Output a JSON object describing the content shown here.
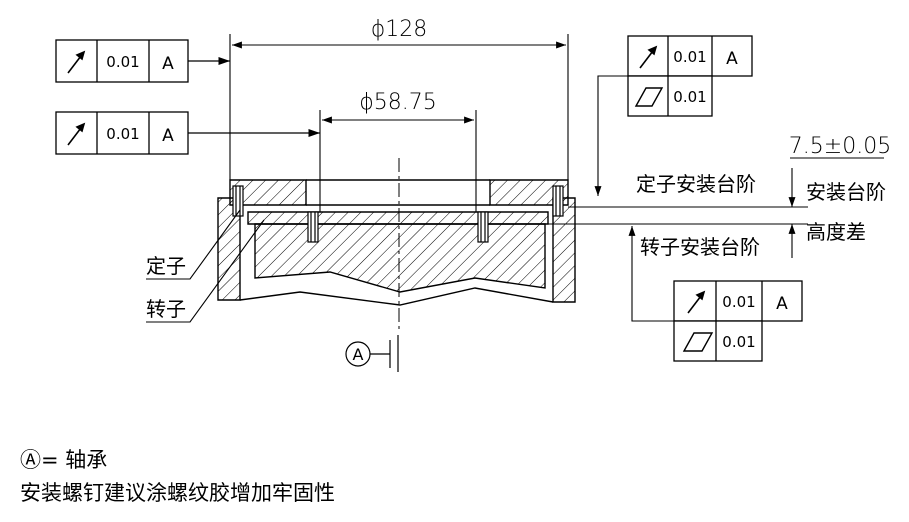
{
  "dimensions": {
    "outer_diameter": "ϕ128",
    "inner_diameter": "ϕ58.75",
    "step_height": "7.5±0.05"
  },
  "labels": {
    "stator": "定子",
    "rotor": "转子",
    "stator_step": "定子安装台阶",
    "rotor_step": "转子安装台阶",
    "step_height_diff_line1": "安装台阶",
    "step_height_diff_line2": "高度差",
    "datum_letter": "A"
  },
  "frames": {
    "runout_value": "0.01",
    "flatness_value": "0.01",
    "datum": "A"
  },
  "notes": {
    "datum_definition": "Ⓐ= 轴承",
    "screw_note": "安装螺钉建议涂螺纹胶增加牢固性"
  }
}
